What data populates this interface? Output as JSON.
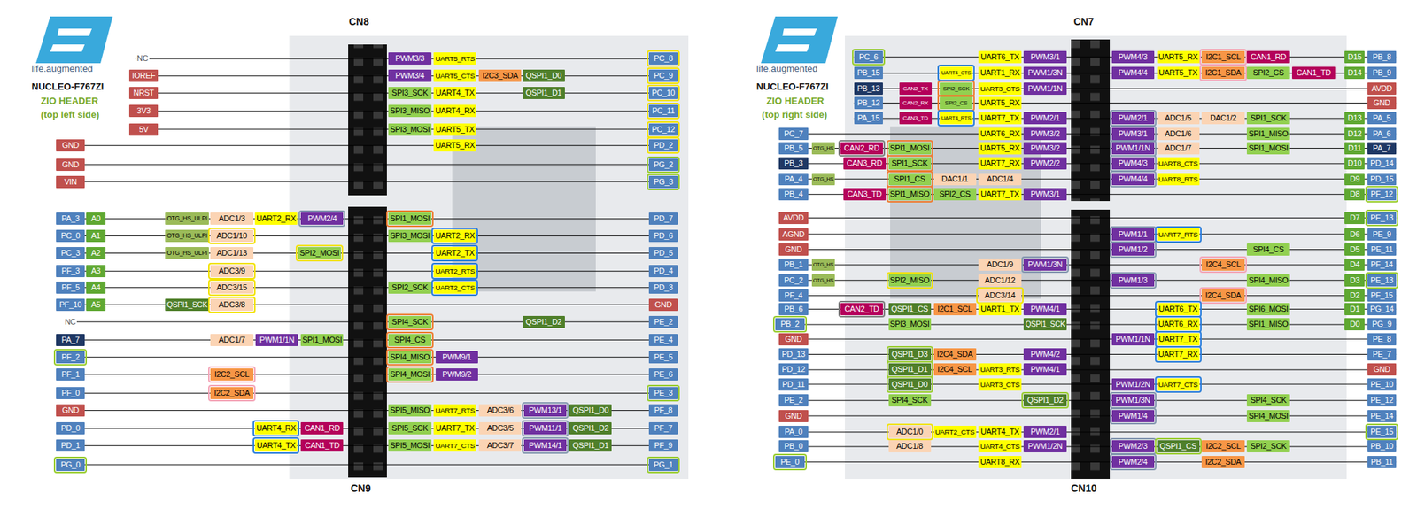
{
  "diagram": {
    "labels": [
      "life.augmented",
      "NUCLEO-F767ZI",
      "ZIO HEADER",
      "(top left side)",
      "CN8",
      "CN9",
      "life.augmented",
      "NUCLEO-F767ZI",
      "ZIO HEADER",
      "(top right side)",
      "CN7",
      "CN10",
      "NC",
      "PWM3/3",
      "UART5_RTS",
      "PC_8",
      "IOREF",
      "PWM3/4",
      "UART5_CTS",
      "I2C3_SDA",
      "QSPI1_D0",
      "PC_9",
      "NRST",
      "SPI3_SCK",
      "UART4_TX",
      "QSPI1_D1",
      "PC_10",
      "3V3",
      "SPI3_MISO",
      "UART4_RX",
      "PC_11",
      "5V",
      "SPI3_MOSI",
      "UART5_TX",
      "PC_12",
      "GND",
      "UART5_RX",
      "PD_2",
      "GND",
      "PG_2",
      "VIN",
      "PG_3",
      "PA_3",
      "A0",
      "OTG_HS_ULPI",
      "ADC1/3",
      "UART2_RX",
      "PWM2/4",
      "SPI1_MOSI",
      "PD_7",
      "PC_0",
      "A1",
      "OTG_HS_ULPI",
      "ADC1/10",
      "SPI3_MOSI",
      "UART2_RX",
      "PD_6",
      "PC_3",
      "A2",
      "OTG_HS_ULPI",
      "ADC1/13",
      "SPI2_MOSI",
      "UART2_TX",
      "PD_5",
      "PF_3",
      "A3",
      "ADC3/9",
      "UART2_RTS",
      "PD_4",
      "PF_5",
      "A4",
      "ADC3/15",
      "SPI2_SCK",
      "UART2_CTS",
      "PD_3",
      "PF_10",
      "A5",
      "QSPI1_SCK",
      "ADC3/8",
      "GND",
      "NC",
      "SPI4_SCK",
      "QSPI1_D2",
      "PE_2",
      "PA_7",
      "ADC1/7",
      "PWM1/1N",
      "SPI1_MOSI",
      "SPI4_CS",
      "PE_4",
      "PF_2",
      "SPI4_MISO",
      "PWM9/1",
      "PE_5",
      "PF_1",
      "I2C2_SCL",
      "SPI4_MOSI",
      "PWM9/2",
      "PE_6",
      "PF_0",
      "I2C2_SDA",
      "PE_3",
      "GND",
      "SPI5_MISO",
      "UART7_RTS",
      "ADC3/6",
      "PWM13/1",
      "QSPI1_D0",
      "PF_8",
      "PD_0",
      "UART4_RX",
      "CAN1_RD",
      "SPI5_SCK",
      "UART7_TX",
      "ADC3/5",
      "PWM11/1",
      "QSPI1_D2",
      "PF_7",
      "PD_1",
      "UART4_TX",
      "CAN1_TD",
      "SPI5_MOSI",
      "UART7_CTS",
      "ADC3/7",
      "PWM14/1",
      "QSPI1_D1",
      "PF_9",
      "PG_0",
      "PG_1",
      "PC_6",
      "UART6_TX",
      "PWM3/1",
      "PWM4/3",
      "UART5_RX",
      "I2C1_SCL",
      "CAN1_RD",
      "D15",
      "PB_8",
      "PB_15",
      "UART4_CTS",
      "UART1_RX",
      "PWM1/3N",
      "PWM4/4",
      "UART5_TX",
      "I2C1_SDA",
      "SPI2_CS",
      "CAN1_TD",
      "D14",
      "PB_9",
      "PB_13",
      "CAN2_TX",
      "SPI2_SCK",
      "UART3_CTS",
      "PWM1/1N",
      "AVDD",
      "PB_12",
      "CAN2_RX",
      "SPI2_CS",
      "UART5_RX",
      "GND",
      "PA_15",
      "CAN3_TD",
      "UART4_RTS",
      "UART7_TX",
      "PWM2/1",
      "PWM2/1",
      "ADC1/5",
      "DAC1/2",
      "SPI1_SCK",
      "D13",
      "PA_5",
      "PC_7",
      "UART6_RX",
      "PWM3/2",
      "PWM3/1",
      "ADC1/6",
      "SPI1_MISO",
      "D12",
      "PA_6",
      "PB_5",
      "OTG_HS",
      "CAN2_RD",
      "SPI1_MOSI",
      "UART5_RX",
      "PWM3/2",
      "PWM1/1N",
      "ADC1/7",
      "SPI1_MOSI",
      "D11",
      "PA_7",
      "PB_3",
      "CAN3_RD",
      "SPI1_SCK",
      "UART7_RX",
      "PWM2/2",
      "PWM4/3",
      "UART8_CTS",
      "D10",
      "PD_14",
      "PA_4",
      "OTG_HS",
      "SPI1_CS",
      "DAC1/1",
      "ADC1/4",
      "PWM4/4",
      "UART8_RTS",
      "D9",
      "PD_15",
      "PB_4",
      "CAN3_TD",
      "SPI1_MISO",
      "SPI2_CS",
      "UART7_TX",
      "PWM3/1",
      "D8",
      "PF_12",
      "AVDD",
      "D7",
      "PE_13",
      "AGND",
      "PWM1/1",
      "UART7_RTS",
      "D6",
      "PE_9",
      "GND",
      "PWM1/2",
      "SPI4_CS",
      "D5",
      "PE_11",
      "PB_1",
      "OTG_HS",
      "ADC1/9",
      "PWM1/3N",
      "I2C4_SCL",
      "D4",
      "PF_14",
      "PC_2",
      "OTG_HS",
      "SPI2_MISO",
      "ADC1/12",
      "PWM1/3",
      "SPI4_MISO",
      "D3",
      "PE_13",
      "PF_4",
      "ADC3/14",
      "I2C4_SDA",
      "D2",
      "PF_15",
      "PB_6",
      "CAN2_TD",
      "QSPI1_CS",
      "I2C1_SCL",
      "UART1_TX",
      "PWM4/1",
      "UART6_TX",
      "SPI6_MOSI",
      "D1",
      "PG_14",
      "PB_2",
      "SPI3_MOSI",
      "QSPI1_SCK",
      "UART6_RX",
      "SPI1_MISO",
      "D0",
      "PG_9",
      "GND",
      "PWM1/1N",
      "UART7_TX",
      "PE_8",
      "PD_13",
      "QSPI1_D3",
      "I2C4_SDA",
      "PWM4/2",
      "UART7_RX",
      "PE_7",
      "PD_12",
      "QSPI1_D1",
      "I2C4_SCL",
      "UART3_RTS",
      "PWM4/1",
      "GND",
      "PD_11",
      "QSPI1_D0",
      "UART3_CTS",
      "PWM1/2N",
      "UART7_CTS",
      "PE_10",
      "PE_2",
      "SPI4_SCK",
      "QSPI1_D2",
      "PWM1/3N",
      "SPI4_SCK",
      "PE_12",
      "GND",
      "PWM1/4",
      "SPI4_MOSI",
      "PE_14",
      "PA_0",
      "ADC1/0",
      "UART2_CTS",
      "UART4_TX",
      "PWM2/1",
      "PE_15",
      "PB_0",
      "ADC1/8",
      "UART4_CTS",
      "PWM1/2N",
      "PWM2/3",
      "QSPI1_CS",
      "I2C2_SCL",
      "SPI2_SCK",
      "PB_10",
      "PE_0",
      "UART8_RX",
      "PWM2/4",
      "I2C2_SDA",
      "PB_11"
    ]
  }
}
